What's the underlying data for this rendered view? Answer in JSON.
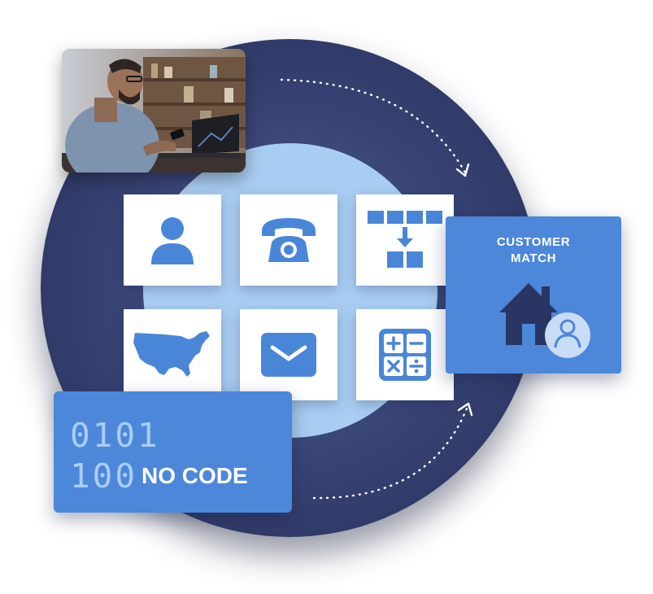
{
  "diagram": {
    "customer_match": {
      "title_line1": "CUSTOMER",
      "title_line2": "MATCH",
      "icon": "house-user-icon"
    },
    "no_code": {
      "binary_line1": "0101",
      "binary_line2": "100",
      "label": "NO CODE"
    },
    "tiles": [
      {
        "icon": "person-icon"
      },
      {
        "icon": "telephone-icon"
      },
      {
        "icon": "merge-blocks-icon"
      },
      {
        "icon": "usa-map-icon"
      },
      {
        "icon": "envelope-icon"
      },
      {
        "icon": "calculator-icon"
      }
    ],
    "photo": {
      "subject": "person-with-phone-and-laptop"
    },
    "colors": {
      "outer_ring": "#2f3a6a",
      "inner_circle": "#a9cdf2",
      "accent_blue": "#4c87da",
      "icon_blue": "#4a86d8",
      "house_dark": "#2b3564",
      "binary_text": "#a9cdf2"
    }
  }
}
